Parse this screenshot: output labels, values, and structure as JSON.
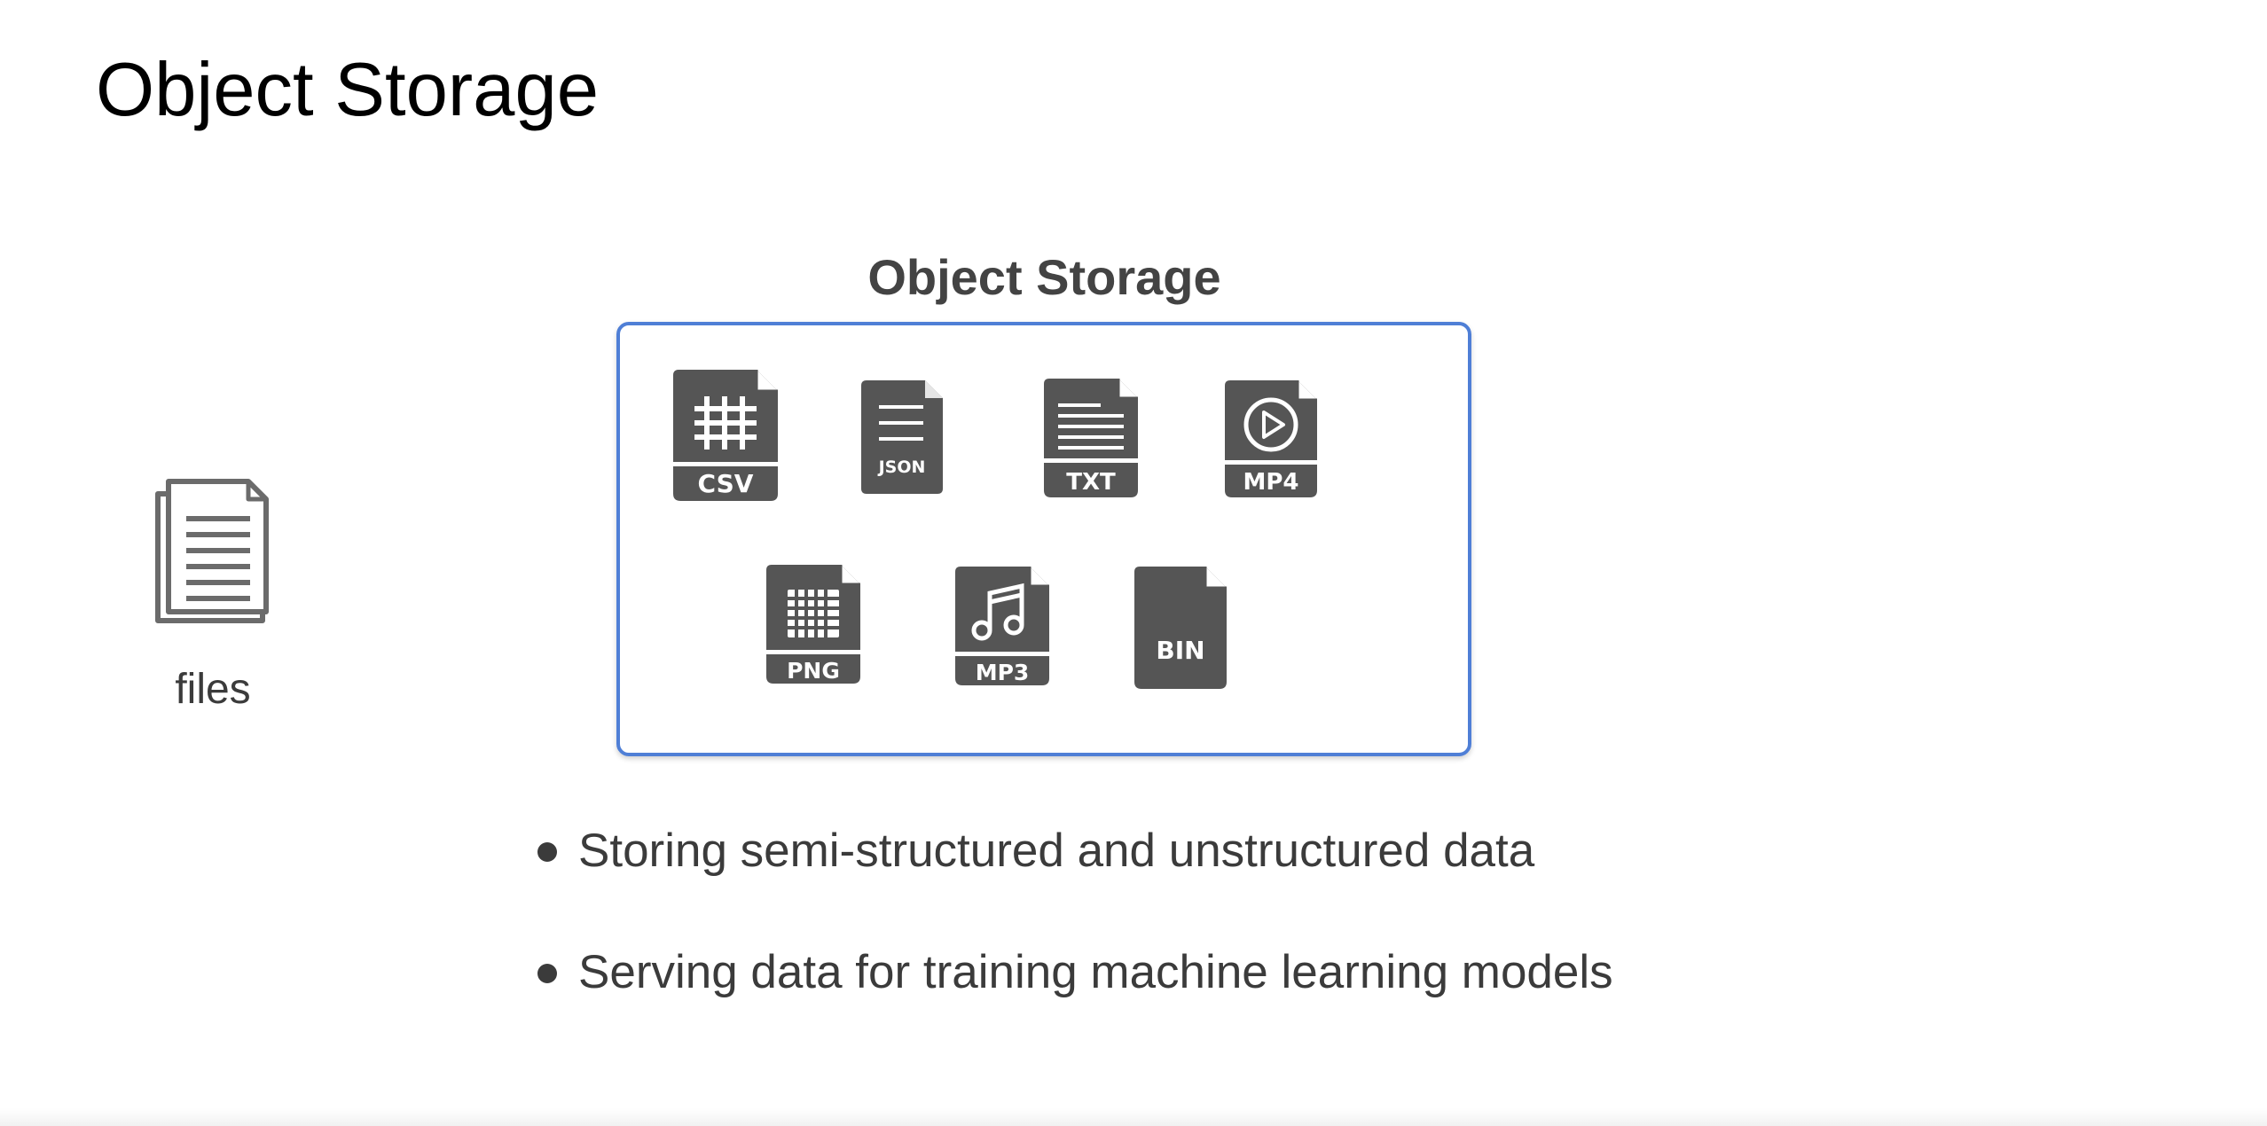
{
  "slide": {
    "title": "Object Storage"
  },
  "source": {
    "label": "files",
    "icon": "files-icon"
  },
  "storage": {
    "title": "Object Storage",
    "border_color": "#4f7fd6",
    "icon_color": "#555555",
    "files": [
      {
        "caption": "CSV",
        "icon": "spreadsheet-grid"
      },
      {
        "caption": "JSON",
        "icon": "text-lines"
      },
      {
        "caption": "TXT",
        "icon": "text-lines"
      },
      {
        "caption": "MP4",
        "icon": "play-circle"
      },
      {
        "caption": "PNG",
        "icon": "image-grid"
      },
      {
        "caption": "MP3",
        "icon": "music-note"
      },
      {
        "caption": "BIN",
        "icon": "binary-file"
      }
    ]
  },
  "bullets": [
    "Storing semi-structured and unstructured data",
    "Serving data for training machine learning models"
  ]
}
